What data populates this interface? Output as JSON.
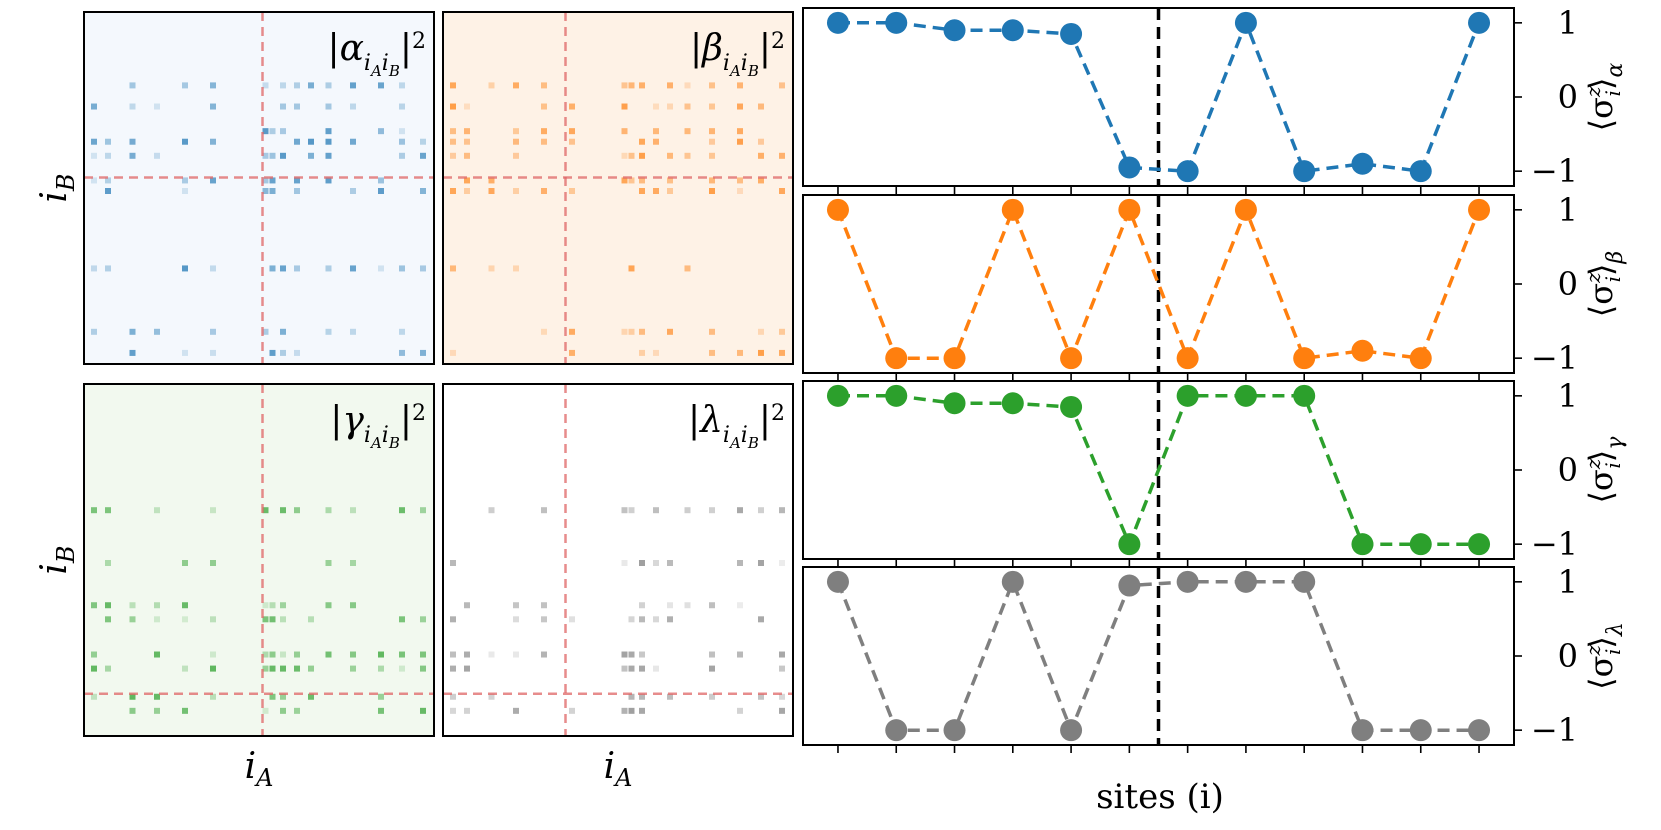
{
  "colors": {
    "alpha": "#1f77b4",
    "beta": "#ff7f0e",
    "gamma": "#2ca02c",
    "lambda": "#7f7f7f",
    "alpha_bg": "#f4f8fd",
    "beta_bg": "#fef2e6",
    "gamma_bg": "#f2f9ef",
    "lambda_bg": "#ffffff",
    "guide": "#e06666"
  },
  "heatmaps": [
    {
      "key": "alpha",
      "label_text": "|α",
      "sub_letter": "A",
      "sub_letter2": "B",
      "power": "2",
      "ylabel": "i",
      "ylabel_sub": "B",
      "xlabel": "",
      "xlabel_sub": ""
    },
    {
      "key": "beta",
      "label_text": "|β",
      "sub_letter": "A",
      "sub_letter2": "B",
      "power": "2",
      "ylabel": "",
      "ylabel_sub": "",
      "xlabel": "",
      "xlabel_sub": ""
    },
    {
      "key": "gamma",
      "label_text": "|γ",
      "sub_letter": "A",
      "sub_letter2": "B",
      "power": "2",
      "ylabel": "i",
      "ylabel_sub": "B",
      "xlabel": "i",
      "xlabel_sub": "A"
    },
    {
      "key": "lambda",
      "label_text": "|λ",
      "sub_letter": "A",
      "sub_letter2": "B",
      "power": "2",
      "ylabel": "",
      "ylabel_sub": "",
      "xlabel": "i",
      "xlabel_sub": "A"
    }
  ],
  "chart_data": [
    {
      "type": "line",
      "series": [
        {
          "values": [
            1,
            1,
            0.9,
            0.9,
            0.85,
            -0.95,
            -1,
            1,
            -1,
            -0.9,
            -1,
            1
          ]
        }
      ],
      "x": [
        1,
        2,
        3,
        4,
        5,
        6,
        7,
        8,
        9,
        10,
        11,
        12
      ],
      "ylabel": "⟨σ",
      "ylabel_sup": "z",
      "ylabel_sub": "i",
      "ylabel_tail": "⟩",
      "ylabel_state": "α",
      "yticks": [
        "1",
        "0",
        "−1"
      ],
      "ylim": [
        -1.2,
        1.2
      ],
      "xlim": [
        0.4,
        12.6
      ],
      "divider_x": 6.5
    },
    {
      "type": "line",
      "series": [
        {
          "values": [
            1,
            -1,
            -1,
            1,
            -1,
            1,
            -1,
            1,
            -1,
            -0.9,
            -1,
            1
          ]
        }
      ],
      "x": [
        1,
        2,
        3,
        4,
        5,
        6,
        7,
        8,
        9,
        10,
        11,
        12
      ],
      "ylabel": "⟨σ",
      "ylabel_sup": "z",
      "ylabel_sub": "i",
      "ylabel_tail": "⟩",
      "ylabel_state": "β",
      "yticks": [
        "1",
        "0",
        "−1"
      ],
      "ylim": [
        -1.2,
        1.2
      ],
      "xlim": [
        0.4,
        12.6
      ],
      "divider_x": 6.5
    },
    {
      "type": "line",
      "series": [
        {
          "values": [
            1,
            1,
            0.9,
            0.9,
            0.85,
            -1,
            1,
            1,
            1,
            -1,
            -1,
            -1
          ]
        }
      ],
      "x": [
        1,
        2,
        3,
        4,
        5,
        6,
        7,
        8,
        9,
        10,
        11,
        12
      ],
      "ylabel": "⟨σ",
      "ylabel_sup": "z",
      "ylabel_sub": "i",
      "ylabel_tail": "⟩",
      "ylabel_state": "γ",
      "yticks": [
        "1",
        "0",
        "−1"
      ],
      "ylim": [
        -1.2,
        1.2
      ],
      "xlim": [
        0.4,
        12.6
      ],
      "divider_x": 6.5
    },
    {
      "type": "line",
      "series": [
        {
          "values": [
            1,
            -1,
            -1,
            1,
            -1,
            0.95,
            1,
            1,
            1,
            -1,
            -1,
            -1
          ]
        }
      ],
      "x": [
        1,
        2,
        3,
        4,
        5,
        6,
        7,
        8,
        9,
        10,
        11,
        12
      ],
      "ylabel": "⟨σ",
      "ylabel_sup": "z",
      "ylabel_sub": "i",
      "ylabel_tail": "⟩",
      "ylabel_state": "λ",
      "yticks": [
        "1",
        "0",
        "−1"
      ],
      "ylim": [
        -1.2,
        1.2
      ],
      "xlim": [
        0.4,
        12.6
      ],
      "divider_x": 6.5,
      "xlabel": "sites (i)"
    }
  ]
}
